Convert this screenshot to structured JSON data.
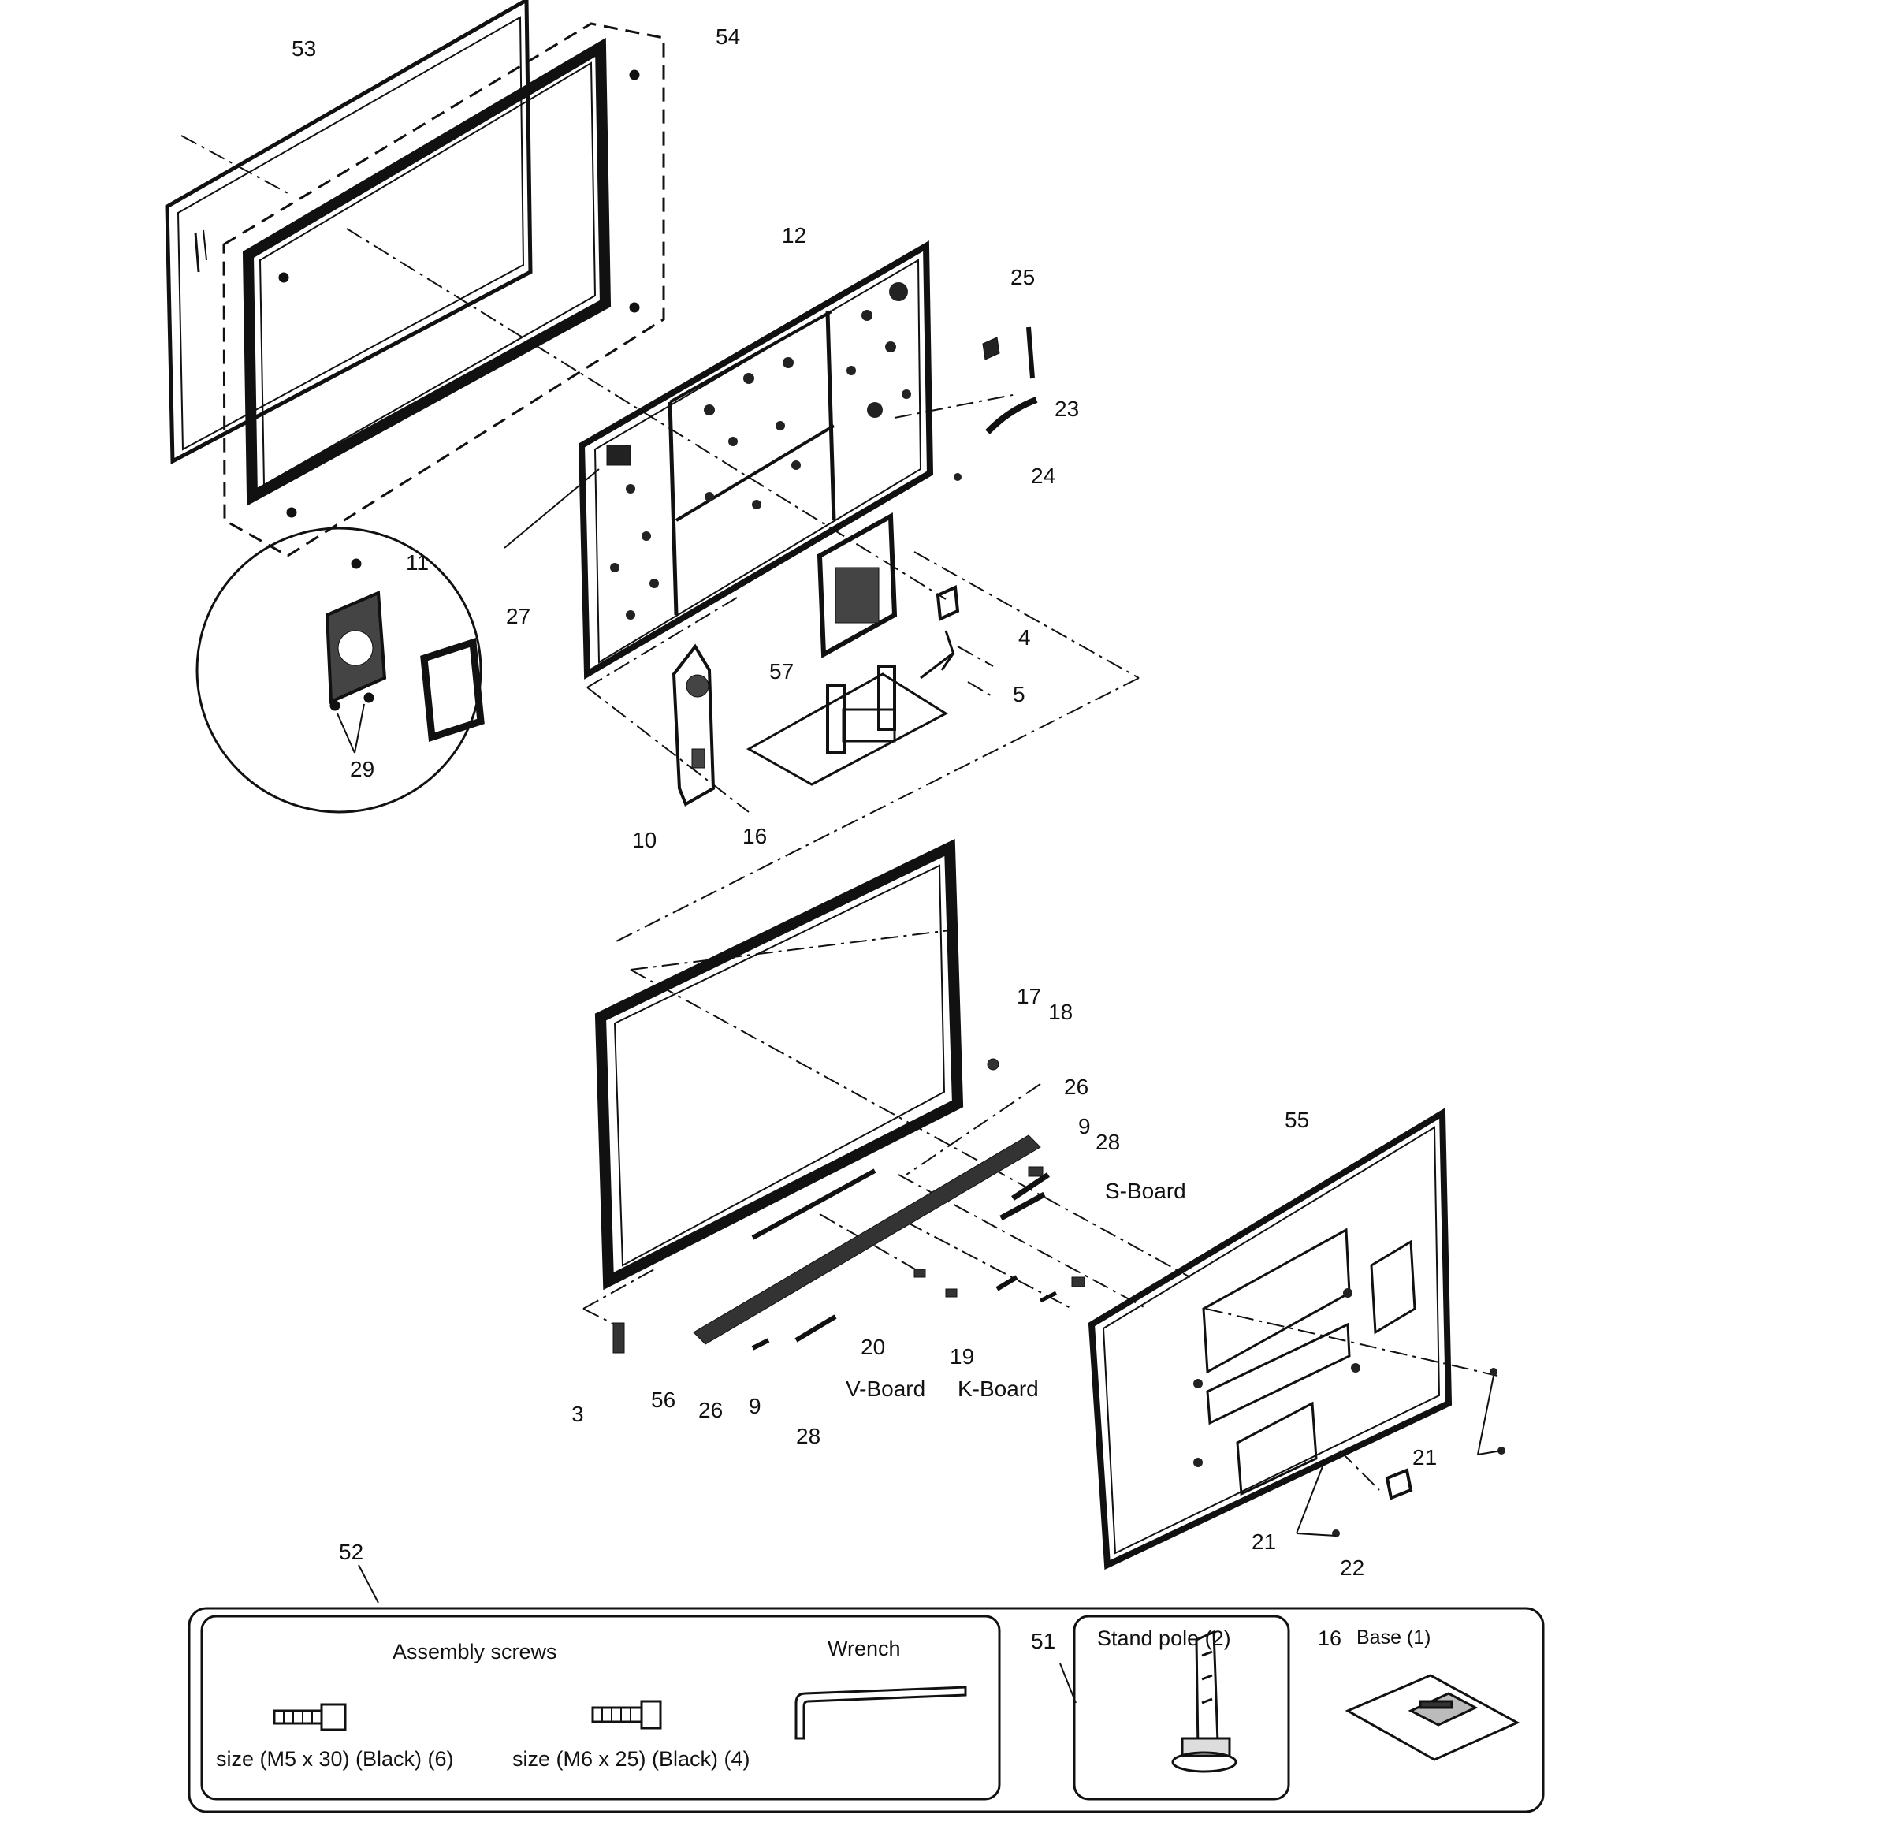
{
  "parts": {
    "p53": "53",
    "p54": "54",
    "p12": "12",
    "p25": "25",
    "p23": "23",
    "p24": "24",
    "p11": "11",
    "p27": "27",
    "p29": "29",
    "p4": "4",
    "p57": "57",
    "p5": "5",
    "p10": "10",
    "p16": "16",
    "p17": "17",
    "p18": "18",
    "p26a": "26",
    "p9a": "9",
    "p28a": "28",
    "p55": "55",
    "p3": "3",
    "p56": "56",
    "p26b": "26",
    "p9b": "9",
    "p28b": "28",
    "p20": "20",
    "p19": "19",
    "p21a": "21",
    "p21b": "21",
    "p22": "22",
    "p52": "52",
    "p51": "51"
  },
  "boards": {
    "s_board": "S-Board",
    "v_board": "V-Board",
    "k_board": "K-Board"
  },
  "accessories": {
    "assembly_screws": "Assembly screws",
    "screw1_size": "size (M5 x 30) (Black) (6)",
    "screw2_size": "size (M6 x 25) (Black) (4)",
    "wrench": "Wrench",
    "stand_pole": "Stand pole (2)",
    "base_num": "16",
    "base": "Base (1)"
  }
}
